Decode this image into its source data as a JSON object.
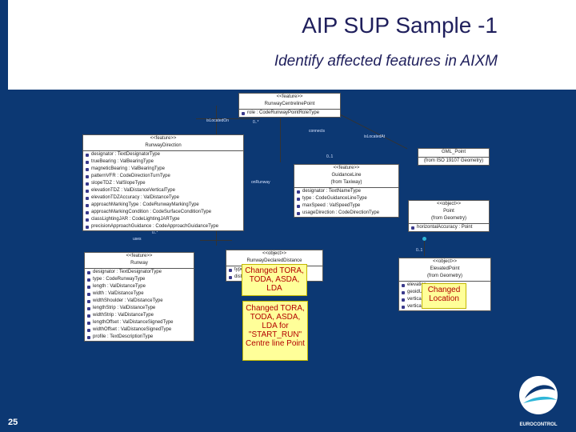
{
  "title": "AIP SUP Sample -1",
  "subtitle": "Identify affected features in AIXM",
  "page_number": "25",
  "logo_text": "EUROCONTROL",
  "diagram": {
    "centerline_point": {
      "stereotype": "<<feature>>",
      "name": "RunwayCentrelinePoint",
      "attr": [
        "role : CodeRunwayPointRoleType"
      ]
    },
    "runway_direction": {
      "stereotype": "<<feature>>",
      "name": "RunwayDirection",
      "attrs": [
        "designator : TextDesignatorType",
        "trueBearing : ValBearingType",
        "magneticBearing : ValBearingType",
        "patternVFR : CodeDirectionTurnType",
        "slopeTDZ : ValSlopeType",
        "elevationTDZ : ValDistanceVerticalType",
        "elevationTDZAccuracy : ValDistanceType",
        "approachMarkingType : CodeRunwayMarkingType",
        "approachMarkingCondition : CodeSurfaceConditionType",
        "classLightingJAR : CodeLightingJARType",
        "precisionApproachGuidance : CodeApproachGuidanceType"
      ]
    },
    "gml_point": {
      "name": "GML_Point",
      "sub": "(from ISO 19107 Geometry)"
    },
    "guidance_line": {
      "stereotype": "<<feature>>",
      "name": "GuidanceLine",
      "from": "(from Taxiway)",
      "attrs": [
        "designator : TextNameType",
        "type : CodeGuidanceLineType",
        "maxSpeed : ValSpeedType",
        "usageDirection : CodeDirectionType"
      ]
    },
    "point": {
      "stereotype": "<<object>>",
      "name": "Point",
      "from": "(from Geometry)",
      "attr": "horizontalAccuracy : Point"
    },
    "runway": {
      "stereotype": "<<feature>>",
      "name": "Runway",
      "attrs": [
        "designator : TextDesignatorType",
        "type : CodeRunwayType",
        "length : ValDistanceType",
        "width : ValDistanceType",
        "widthShoulder : ValDistanceType",
        "lengthStrip : ValDistanceType",
        "widthStrip : ValDistanceType",
        "lengthOffset : ValDistanceSignedType",
        "widthOffset : ValDistanceSignedType",
        "profile : TextDescriptionType"
      ]
    },
    "declared_distance": {
      "stereotype": "<<object>>",
      "name": "RunwayDeclaredDistance",
      "attrs": [
        "type",
        "distance"
      ]
    },
    "elevated_point": {
      "stereotype": "<<object>>",
      "name": "ElevatedPoint",
      "from": "(from Geometry)",
      "attrs": [
        "elevation",
        "geoidUndulation",
        "verticalDatum",
        "verticalAccuracy : Point"
      ]
    },
    "roles": {
      "isLocatedOn": "isLocatedOn",
      "connects": "connects",
      "isLocatedAt": "isLocatedAt",
      "onRunway": "onRunway",
      "uses": "uses",
      "r01": "0..*",
      "r02": "0..1",
      "r03": "0..*",
      "r04": "0..1"
    },
    "notes": {
      "tora": "Changed TORA, TODA, ASDA, LDA",
      "start_run": "Changed TORA, TODA, ASDA, LDA for \"START_RUN\" Centre line Point",
      "location": "Changed Location"
    }
  },
  "colors": {
    "panel": "#0c3873",
    "note_bg": "#ffff99",
    "note_text": "#b30000",
    "accent": "#2fb6d8"
  }
}
